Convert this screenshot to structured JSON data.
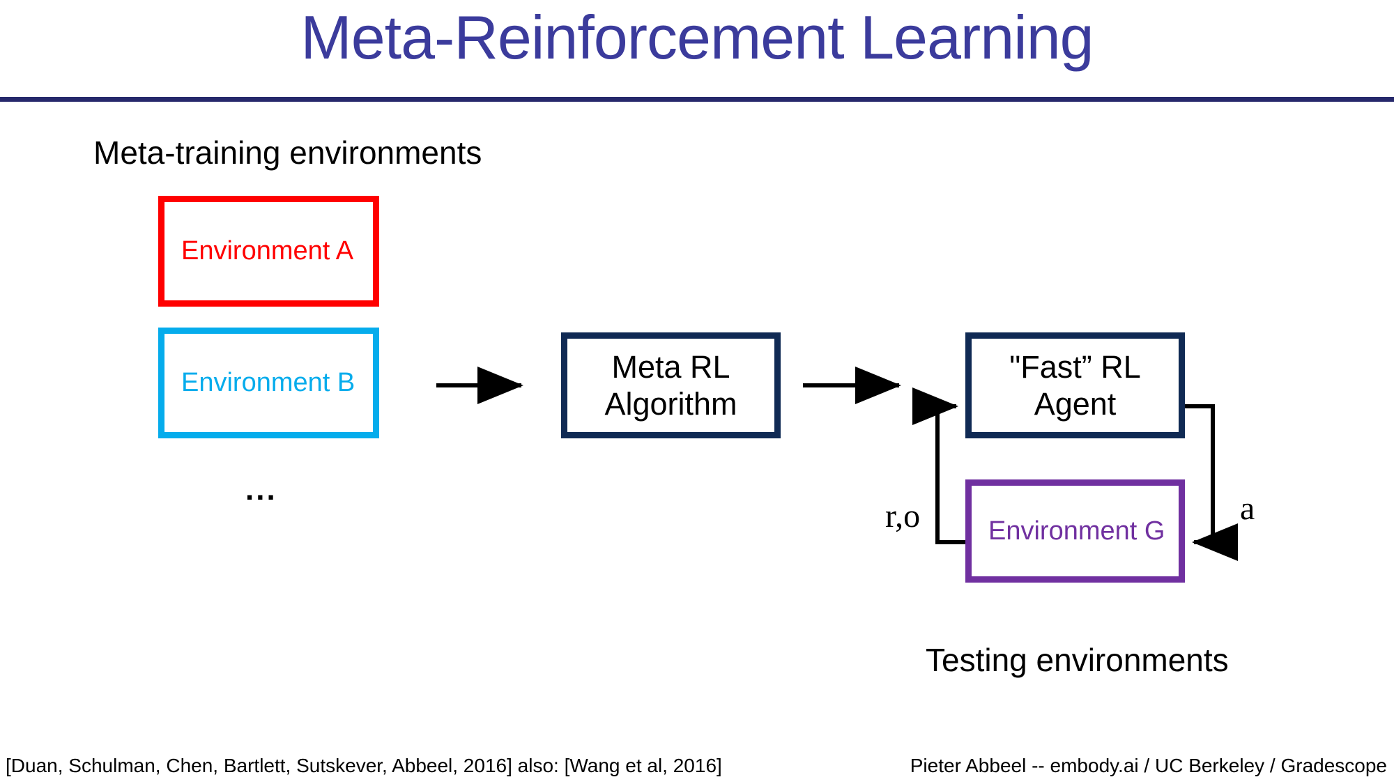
{
  "slide": {
    "title": "Meta-Reinforcement Learning",
    "title_color": "#3b3b9c",
    "rule_color": "#26286b",
    "background": "#ffffff"
  },
  "captions": {
    "meta_training": "Meta-training environments",
    "testing": "Testing environments"
  },
  "diagram": {
    "ellipsis": "...",
    "boxes": [
      {
        "id": "env-a",
        "label": "Environment A",
        "color": "#ff0000",
        "text_color": "#ff0000",
        "align": "left"
      },
      {
        "id": "env-b",
        "label": "Environment B",
        "color": "#05acec",
        "text_color": "#05acec",
        "align": "left"
      },
      {
        "id": "meta-rl",
        "label": "Meta RL\nAlgorithm",
        "color": "#102a54",
        "text_color": "#000000",
        "align": "center"
      },
      {
        "id": "fast-agent",
        "label": "\"Fast” RL\nAgent",
        "color": "#102a54",
        "text_color": "#000000",
        "align": "center"
      },
      {
        "id": "env-g",
        "label": "Environment G",
        "color": "#7030a0",
        "text_color": "#7030a0",
        "align": "left"
      }
    ],
    "edge_labels": {
      "reward_observation": "r,o",
      "action": "a"
    },
    "arrow_color": "#000000"
  },
  "footer": {
    "left": "[Duan, Schulman, Chen, Bartlett, Sutskever, Abbeel, 2016]  also: [Wang et al, 2016]",
    "right": "Pieter Abbeel -- embody.ai / UC Berkeley / Gradescope"
  }
}
